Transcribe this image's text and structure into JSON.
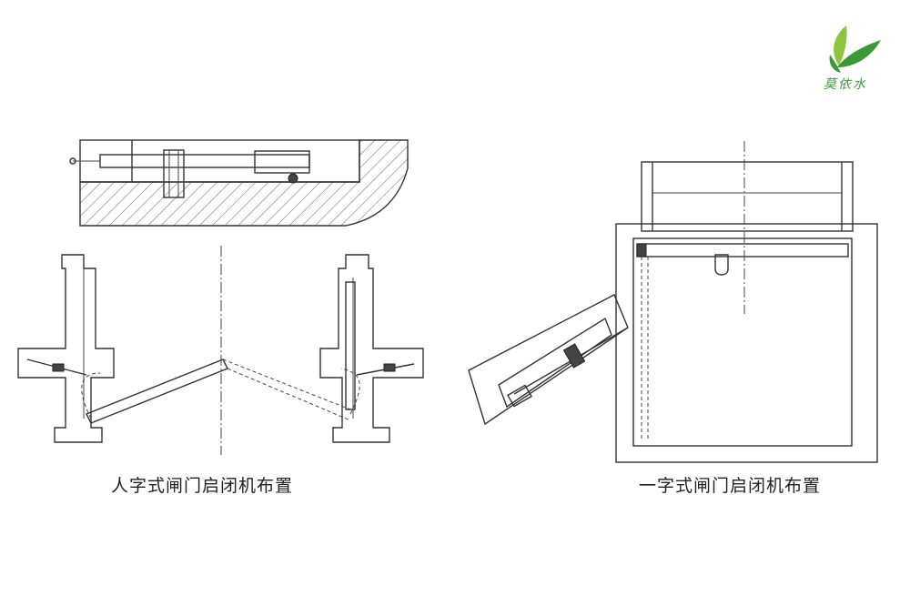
{
  "logo": {
    "text": "莫依水",
    "leaf_color_light": "#8cc63f",
    "leaf_color_dark": "#3a9a3a"
  },
  "captions": {
    "left": "人字式闸门启闭机布置",
    "right": "一字式闸门启闭机布置"
  }
}
